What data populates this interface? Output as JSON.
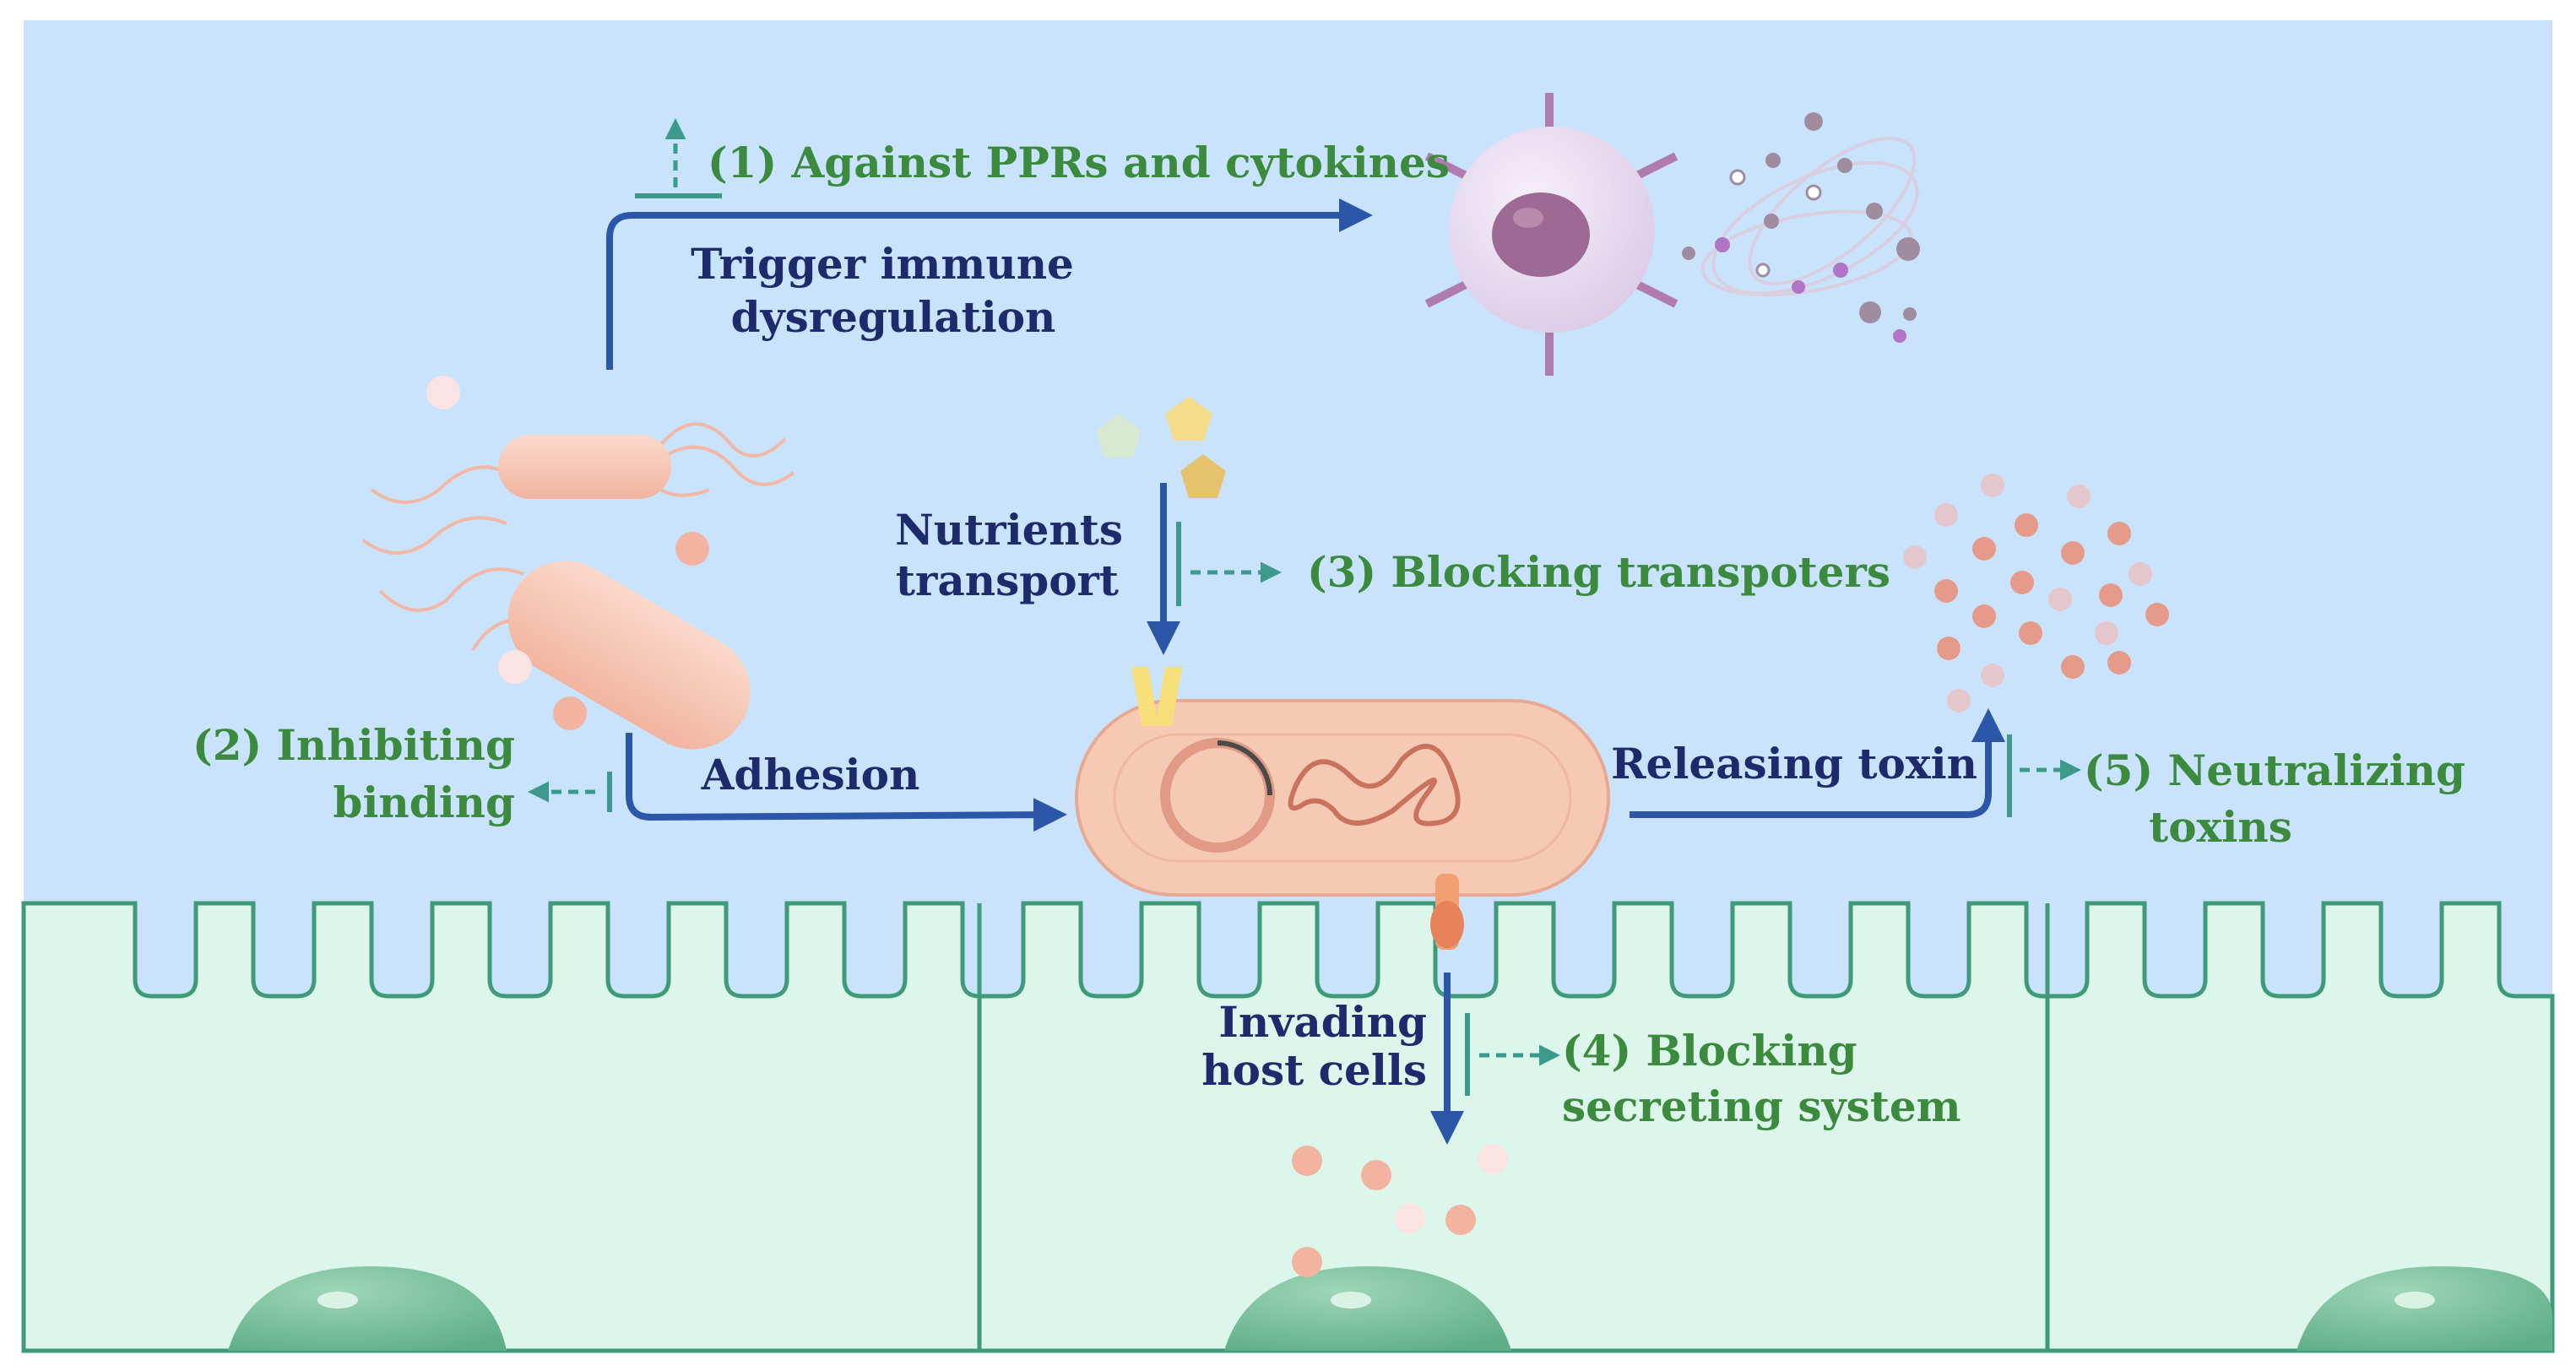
{
  "labels": {
    "step1": "(1) Against PPRs and cytokines",
    "trigger_line1": "Trigger immune",
    "trigger_line2": "dysregulation",
    "nutrients_line1": "Nutrients",
    "nutrients_line2": "transport",
    "step3": "(3) Blocking  transpoters",
    "step2_line1": "(2) Inhibiting",
    "step2_line2": "binding",
    "adhesion": "Adhesion",
    "releasing": "Releasing toxin",
    "step5_line1": "(5) Neutralizing",
    "step5_line2": "toxins",
    "invading_line1": "Invading",
    "invading_line2": "host cells",
    "step4_line1": "(4) Blocking",
    "step4_line2": "secreting system"
  },
  "colors": {
    "sky": "#c8e3fb",
    "tissue": "#dcf6ec",
    "membrane": "#3f9a78",
    "nucleus": "#7ec3a0",
    "pathway_arrow": "#2c56a8",
    "inhibit": "#3c9a8c",
    "dark_text": "#1d2a6b",
    "green_text": "#3b8a3e",
    "bacteria": "#f6c4b0",
    "toxin": "#e59a8a"
  }
}
